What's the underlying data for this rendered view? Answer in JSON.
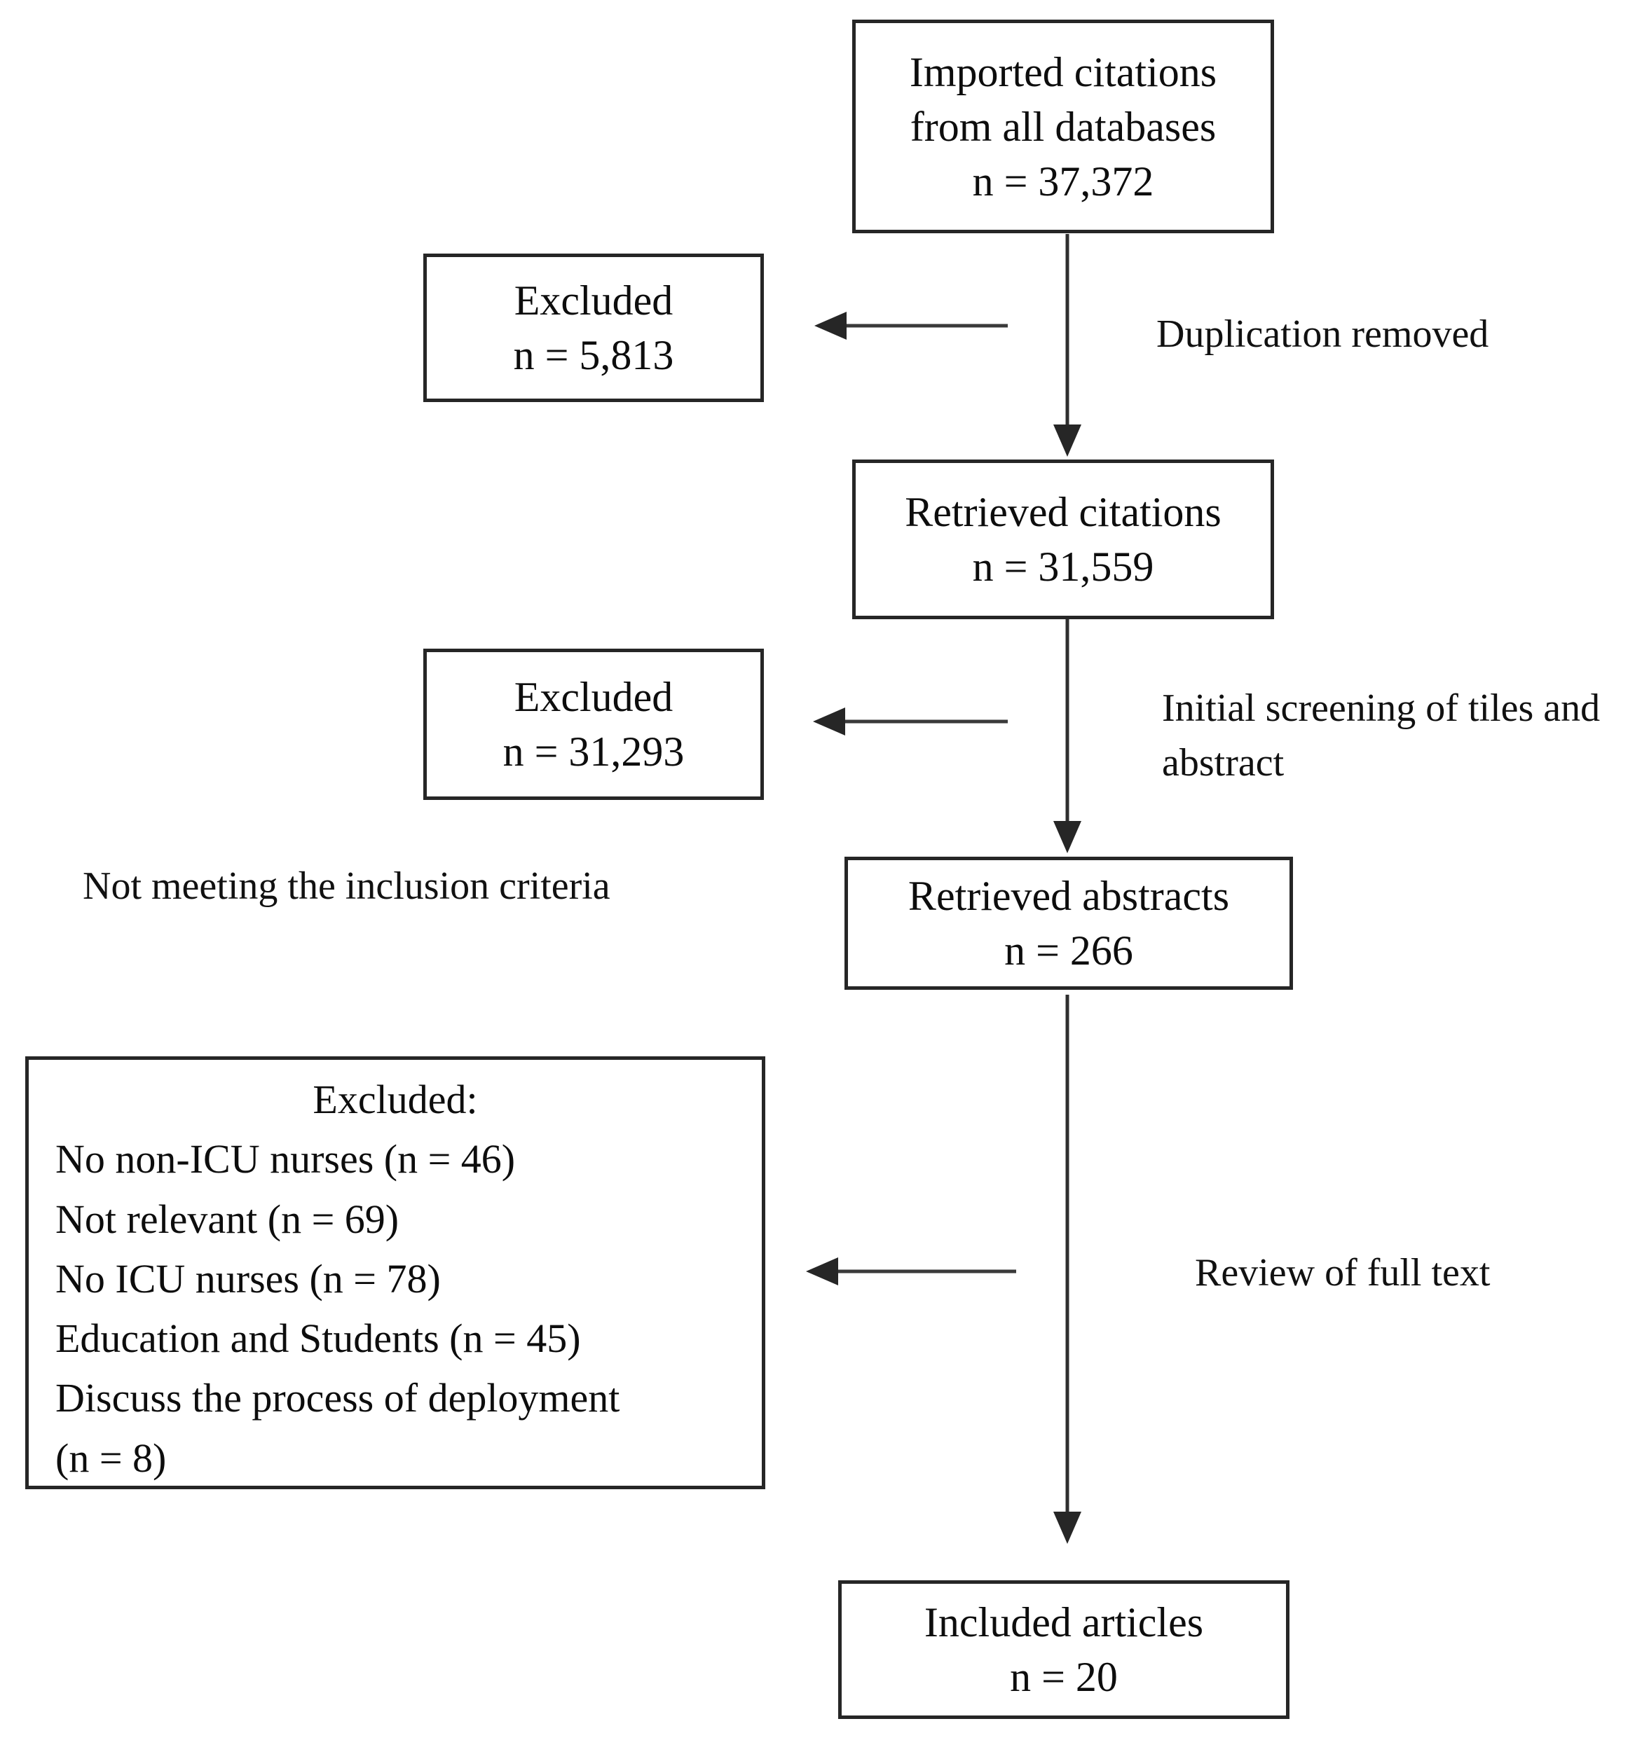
{
  "boxes": {
    "imported": {
      "line1": "Imported citations",
      "line2": "from all databases",
      "count": "n = 37,372"
    },
    "excluded_dup": {
      "line1": "Excluded",
      "count": "n = 5,813"
    },
    "retrieved_citations": {
      "line1": "Retrieved citations",
      "count": "n = 31,559"
    },
    "excluded_screen": {
      "line1": "Excluded",
      "count": "n = 31,293"
    },
    "retrieved_abstracts": {
      "line1": "Retrieved abstracts",
      "count": "n = 266"
    },
    "excluded_fulltext": {
      "heading": "Excluded:",
      "reasons": [
        "No non-ICU nurses (n = 46)",
        "Not relevant (n = 69)",
        "No ICU nurses (n = 78)",
        "Education and Students (n = 45)",
        "Discuss the process of deployment",
        "(n = 8)"
      ]
    },
    "included": {
      "line1": "Included articles",
      "count": "n = 20"
    }
  },
  "edge_labels": {
    "duplication": "Duplication removed",
    "initial_screening_line1": "Initial screening of tiles and",
    "initial_screening_line2": "abstract",
    "not_meeting": "Not meeting the inclusion criteria",
    "full_text": "Review of full text"
  }
}
